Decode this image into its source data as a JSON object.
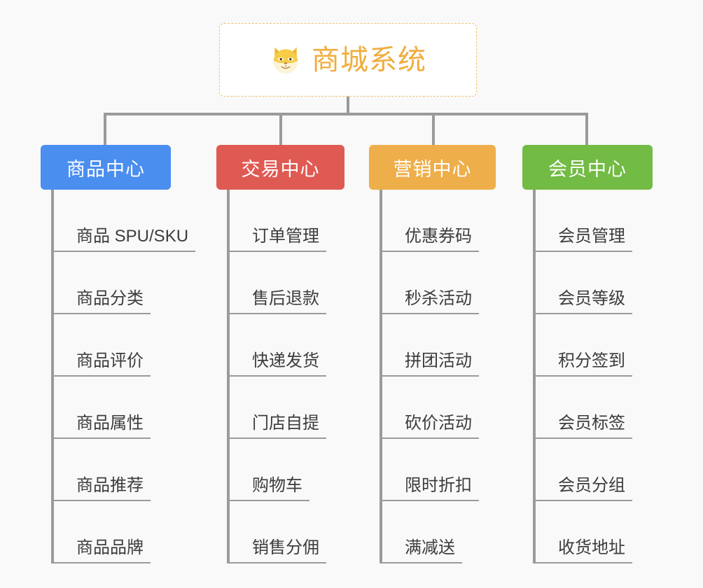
{
  "background_color": "#f9f9f9",
  "connector_color": "#9a9a9a",
  "root": {
    "title": "商城系统",
    "icon": "dog-face-emoji",
    "text_color": "#f0ad3e",
    "border_color": "#f0c070",
    "background_color": "#ffffff"
  },
  "columns": [
    {
      "title": "商品中心",
      "color": "#4a8ef0",
      "items": [
        "商品 SPU/SKU",
        "商品分类",
        "商品评价",
        "商品属性",
        "商品推荐",
        "商品品牌"
      ]
    },
    {
      "title": "交易中心",
      "color": "#e05a54",
      "items": [
        "订单管理",
        "售后退款",
        "快递发货",
        "门店自提",
        "购物车",
        "销售分佣"
      ]
    },
    {
      "title": "营销中心",
      "color": "#eeae4a",
      "items": [
        "优惠券码",
        "秒杀活动",
        "拼团活动",
        "砍价活动",
        "限时折扣",
        "满减送"
      ]
    },
    {
      "title": "会员中心",
      "color": "#72bb44",
      "items": [
        "会员管理",
        "会员等级",
        "积分签到",
        "会员标签",
        "会员分组",
        "收货地址"
      ]
    }
  ]
}
